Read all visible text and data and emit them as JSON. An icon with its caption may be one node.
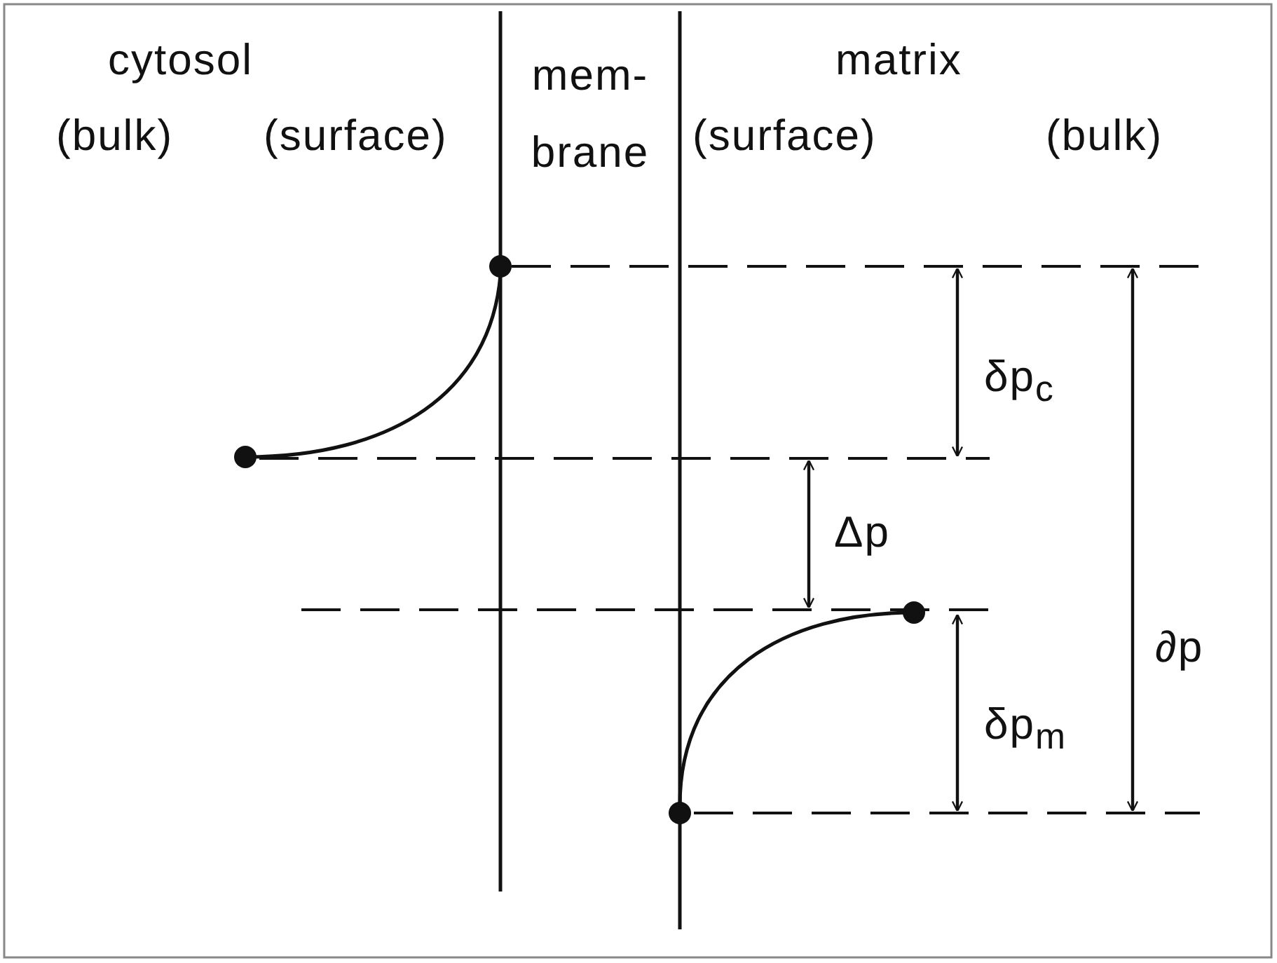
{
  "diagram": {
    "labels": [
      "cytosol",
      "(bulk)",
      "(surface)",
      "mem- brane",
      "matrix",
      "(surface)",
      "(bulk)",
      "δp$_{c}$",
      "Δp",
      "δp$_{m}$",
      "∂p"
    ]
  }
}
